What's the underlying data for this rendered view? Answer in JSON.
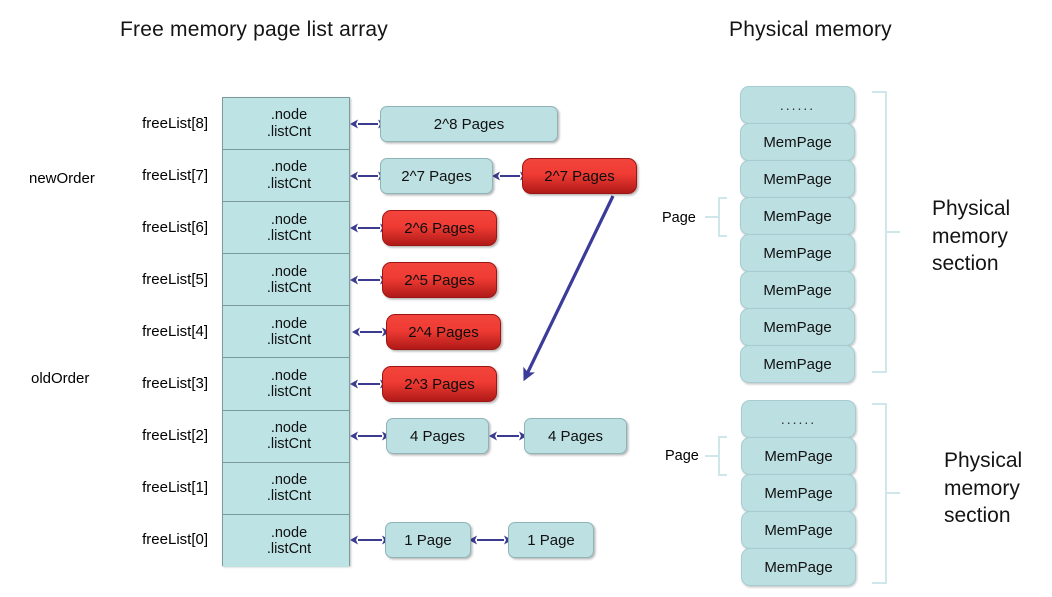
{
  "headings": {
    "left_title": "Free memory page list array",
    "right_title": "Physical memory"
  },
  "order_markers": [
    {
      "name": "newOrder",
      "row_index": 1
    },
    {
      "name": "oldOrder",
      "row_index": 5
    }
  ],
  "cell_text": {
    "line1": ".node",
    "line2": ".listCnt"
  },
  "rows": [
    {
      "label": "freeList[8]",
      "order": "",
      "chain": [
        {
          "text": "2^8 Pages",
          "style": "blue",
          "width": 178
        }
      ]
    },
    {
      "label": "freeList[7]",
      "order": "newOrder",
      "chain": [
        {
          "text": "2^7 Pages",
          "style": "blue",
          "width": 113
        },
        {
          "text": "2^7 Pages",
          "style": "red",
          "width": 115
        }
      ]
    },
    {
      "label": "freeList[6]",
      "order": "",
      "chain": [
        {
          "text": "2^6 Pages",
          "style": "red",
          "width": 115
        }
      ]
    },
    {
      "label": "freeList[5]",
      "order": "",
      "chain": [
        {
          "text": "2^5 Pages",
          "style": "red",
          "width": 115
        }
      ]
    },
    {
      "label": "freeList[4]",
      "order": "",
      "chain": [
        {
          "text": "2^4 Pages",
          "style": "red",
          "width": 115
        }
      ]
    },
    {
      "label": "freeList[3]",
      "order": "oldOrder",
      "chain": [
        {
          "text": "2^3 Pages",
          "style": "red",
          "width": 115
        }
      ]
    },
    {
      "label": "freeList[2]",
      "order": "",
      "chain": [
        {
          "text": "4 Pages",
          "style": "blue",
          "width": 103
        },
        {
          "text": "4 Pages",
          "style": "blue",
          "width": 103
        }
      ]
    },
    {
      "label": "freeList[1]",
      "order": "",
      "chain": []
    },
    {
      "label": "freeList[0]",
      "order": "",
      "chain": [
        {
          "text": "1 Page",
          "style": "blue",
          "width": 86
        },
        {
          "text": "1 Page",
          "style": "blue",
          "width": 86
        }
      ]
    }
  ],
  "memory": {
    "page_label": "Page",
    "section_label_line1": "Physical",
    "section_label_line2": "memory",
    "section_label_line3": "section",
    "dots": "......",
    "mem_page_label": "MemPage",
    "blocks": [
      {
        "name": "upper-memory-block",
        "items": [
          "......",
          "MemPage",
          "MemPage",
          "MemPage",
          "MemPage",
          "MemPage",
          "MemPage"
        ]
      },
      {
        "name": "lower-memory-block",
        "items": [
          "......",
          "MemPage",
          "MemPage",
          "MemPage",
          "MemPage"
        ]
      }
    ]
  },
  "colors": {
    "node_blue_fill": "#bde0e3",
    "node_red_fill": "#ef3b33",
    "array_fill": "#bde3e5",
    "arrow_purple": "#3b3b8f",
    "bracket_blue": "#cfe7ea",
    "split_arrow": "#3b3b9a"
  },
  "annotations": {
    "split_arrow_name": "split-arrow-2^7-to-2^3"
  }
}
